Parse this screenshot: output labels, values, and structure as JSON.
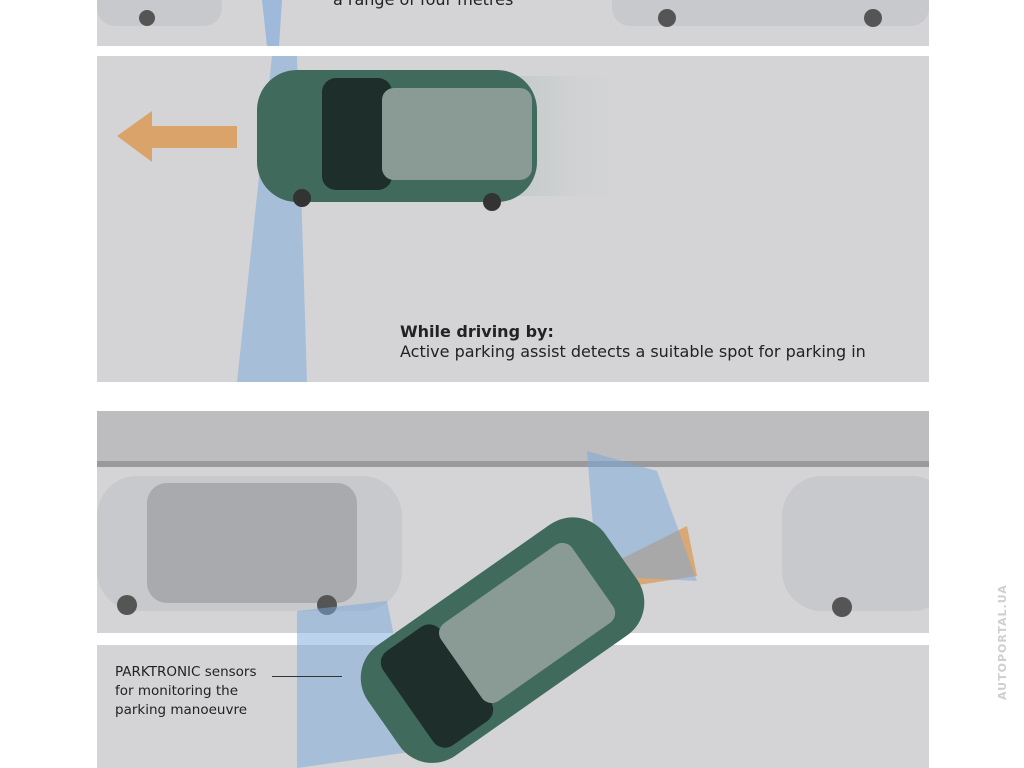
{
  "panel1": {
    "caption_fragment": "a range of four metres"
  },
  "panel2": {
    "caption_title": "While driving by:",
    "caption_text": "Active parking assist detects a suitable spot for parking in"
  },
  "panel3": {
    "label_lines": [
      "PARKTRONIC sensors",
      "for monitoring the",
      "parking manoeuvre"
    ]
  },
  "watermark": "AUTOPORTAL.UA",
  "colors": {
    "road": "#d4d4d6",
    "car_green": "#3f6a5c",
    "car_silver": "#c8c9cc",
    "sensor_blue": "#7aa7dc",
    "arrow": "#d9a36a"
  }
}
